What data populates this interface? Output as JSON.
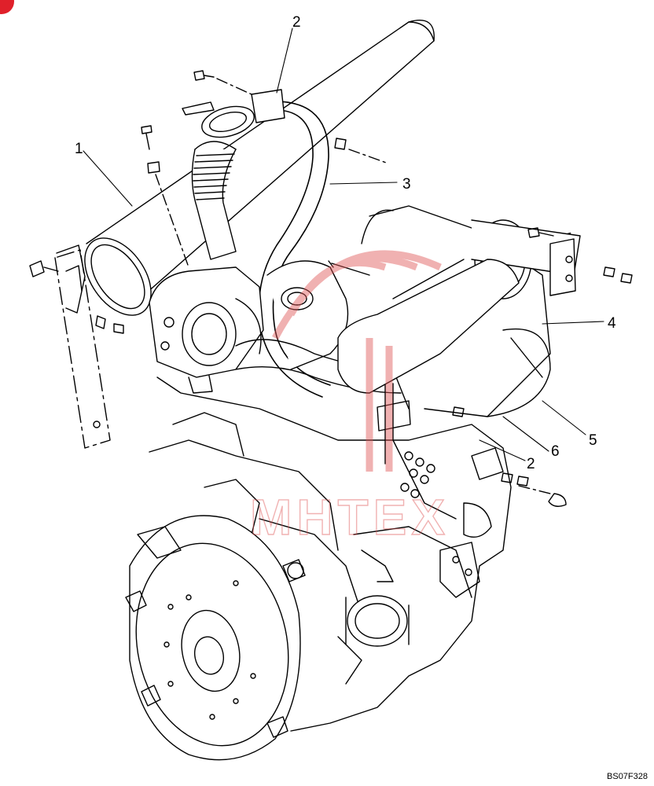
{
  "figure_code": "BS07F328",
  "callouts": [
    {
      "id": "c1",
      "label": "1"
    },
    {
      "id": "c2a",
      "label": "2"
    },
    {
      "id": "c3",
      "label": "3"
    },
    {
      "id": "c4",
      "label": "4"
    },
    {
      "id": "c5",
      "label": "5"
    },
    {
      "id": "c6",
      "label": "6"
    },
    {
      "id": "c2b",
      "label": "2"
    }
  ],
  "watermark": {
    "text": "MHTEX",
    "color": "#e05555"
  },
  "colors": {
    "line": "#000000",
    "watermark": "#e05555",
    "corner_mark": "#e0202a"
  }
}
